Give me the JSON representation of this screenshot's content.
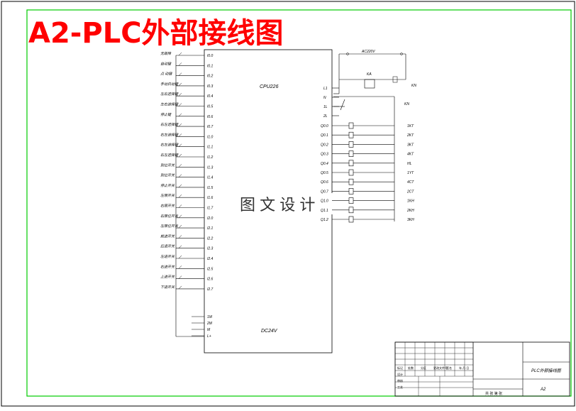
{
  "title": "A2-PLC外部接线图",
  "watermark": "图 文 设 计",
  "plc": {
    "model": "CPU226",
    "power": "DC24V",
    "power_top": "AC220V",
    "input_addresses": [
      "I0.0",
      "I0.1",
      "I0.2",
      "I0.3",
      "I0.4",
      "I0.5",
      "I0.6",
      "I0.7",
      "I1.0",
      "I1.1",
      "I1.2",
      "I1.3",
      "I1.4",
      "I1.5",
      "I1.6",
      "I1.7",
      "I2.0",
      "I2.1",
      "I2.2",
      "I2.3",
      "I2.4",
      "I2.5",
      "I2.6",
      "I2.7"
    ],
    "input_labels": [
      "无故障",
      "自动键",
      "点 动键",
      "手动启动键",
      "左右选择键",
      "左右选择键",
      "停止键",
      "右左选择键",
      "右左选择键",
      "右左选择键",
      "右左选择键",
      "到位开关",
      "到位开关",
      "停止开关",
      "左限开关",
      "右限开关",
      "右限位开关",
      "左限位开关",
      "前进开关",
      "后退开关",
      "左进开关",
      "右进开关",
      "上进开关",
      "下进开关"
    ],
    "common_labels": [
      "1M",
      "2M",
      "M",
      "L+"
    ],
    "power_terminals": [
      "L1",
      "N",
      "1L",
      "2L"
    ],
    "output_addresses": [
      "Q0.0",
      "Q0.1",
      "Q0.2",
      "Q0.3",
      "Q0.4",
      "Q0.5",
      "Q0.6",
      "Q0.7",
      "Q1.0",
      "Q1.1",
      "Q1.2"
    ],
    "output_loads": [
      "1KT",
      "2KT",
      "3KT",
      "4KT",
      "HL",
      "1YT",
      "4CT",
      "2CT",
      "1KH",
      "2KH",
      "3KH"
    ],
    "kn_labels": [
      "KN",
      "KN"
    ],
    "relay_label": "KA"
  },
  "title_block": {
    "drawing_name": "PLC外部接线图",
    "sheet_size": "A2",
    "row_labels": [
      "标记",
      "设计",
      "审核",
      "工艺"
    ],
    "col_labels": [
      "处数",
      "分区",
      "更改文件号",
      "签名",
      "年.月.日"
    ],
    "footer": "共 张 第 张"
  }
}
